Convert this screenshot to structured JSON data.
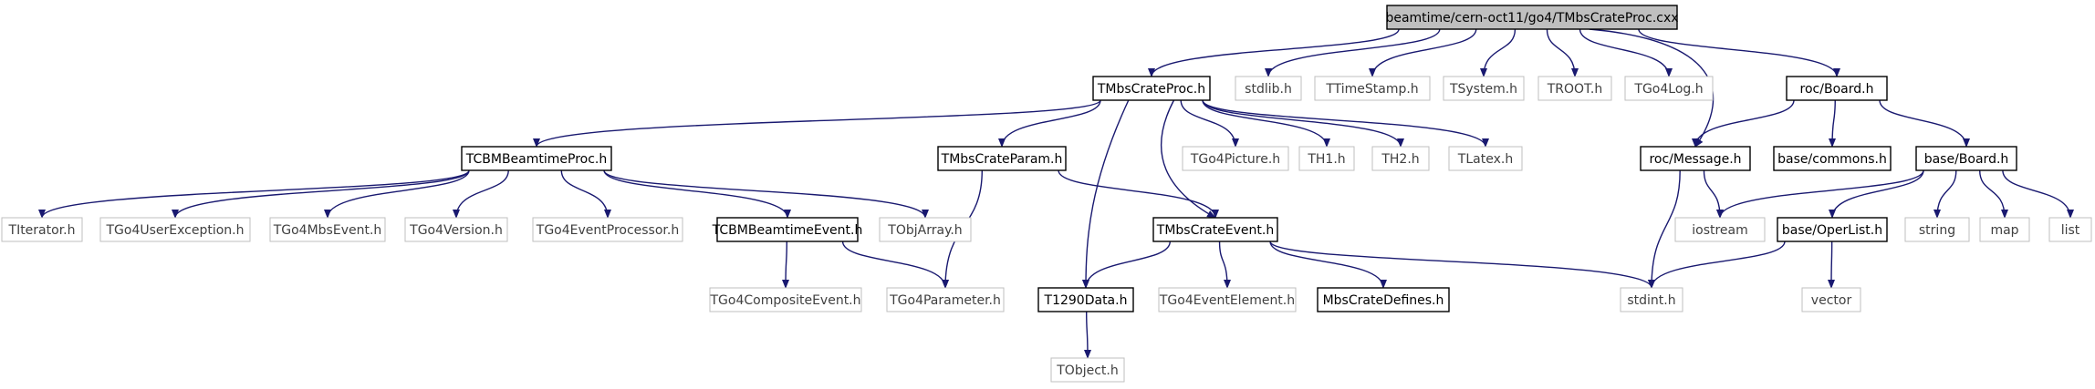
{
  "colors": {
    "edge": "#191970",
    "root_fill": "#bfbfbf",
    "root_stroke": "#000000",
    "black_stroke": "#000000",
    "grey_stroke": "#bfbfbf",
    "text_dark": "#000000",
    "text_grey": "#404040"
  },
  "nodes": [
    {
      "id": "root",
      "label": "beamtime/cern-oct11/go4/TMbsCrateProc.cxx",
      "style": "root"
    },
    {
      "id": "tmbsprocH",
      "label": "TMbsCrateProc.h",
      "style": "black"
    },
    {
      "id": "stdlib",
      "label": "stdlib.h",
      "style": "grey"
    },
    {
      "id": "ttimestamp",
      "label": "TTimeStamp.h",
      "style": "grey"
    },
    {
      "id": "tsystem",
      "label": "TSystem.h",
      "style": "grey"
    },
    {
      "id": "troot",
      "label": "TROOT.h",
      "style": "grey"
    },
    {
      "id": "tgo4log",
      "label": "TGo4Log.h",
      "style": "grey"
    },
    {
      "id": "rocboard",
      "label": "roc/Board.h",
      "style": "black"
    },
    {
      "id": "tcbmproc",
      "label": "TCBMBeamtimeProc.h",
      "style": "black"
    },
    {
      "id": "tmbsparam",
      "label": "TMbsCrateParam.h",
      "style": "black"
    },
    {
      "id": "tgo4picture",
      "label": "TGo4Picture.h",
      "style": "grey"
    },
    {
      "id": "th1",
      "label": "TH1.h",
      "style": "grey"
    },
    {
      "id": "th2",
      "label": "TH2.h",
      "style": "grey"
    },
    {
      "id": "tlatex",
      "label": "TLatex.h",
      "style": "grey"
    },
    {
      "id": "rocmessage",
      "label": "roc/Message.h",
      "style": "black"
    },
    {
      "id": "basecommons",
      "label": "base/commons.h",
      "style": "black"
    },
    {
      "id": "baseboard",
      "label": "base/Board.h",
      "style": "black"
    },
    {
      "id": "titerator",
      "label": "TIterator.h",
      "style": "grey"
    },
    {
      "id": "tgo4userexc",
      "label": "TGo4UserException.h",
      "style": "grey"
    },
    {
      "id": "tgo4mbsevent",
      "label": "TGo4MbsEvent.h",
      "style": "grey"
    },
    {
      "id": "tgo4version",
      "label": "TGo4Version.h",
      "style": "grey"
    },
    {
      "id": "tgo4eventproc",
      "label": "TGo4EventProcessor.h",
      "style": "grey"
    },
    {
      "id": "tcbmevent",
      "label": "TCBMBeamtimeEvent.h",
      "style": "black"
    },
    {
      "id": "tobjarray",
      "label": "TObjArray.h",
      "style": "grey"
    },
    {
      "id": "tmbsevent",
      "label": "TMbsCrateEvent.h",
      "style": "black"
    },
    {
      "id": "iostream",
      "label": "iostream",
      "style": "grey"
    },
    {
      "id": "baseoperlist",
      "label": "base/OperList.h",
      "style": "black"
    },
    {
      "id": "string",
      "label": "string",
      "style": "grey"
    },
    {
      "id": "map",
      "label": "map",
      "style": "grey"
    },
    {
      "id": "list",
      "label": "list",
      "style": "grey"
    },
    {
      "id": "tgo4compevent",
      "label": "TGo4CompositeEvent.h",
      "style": "grey"
    },
    {
      "id": "tgo4param",
      "label": "TGo4Parameter.h",
      "style": "grey"
    },
    {
      "id": "t1290",
      "label": "T1290Data.h",
      "style": "black"
    },
    {
      "id": "tgo4evelem",
      "label": "TGo4EventElement.h",
      "style": "grey"
    },
    {
      "id": "mbsdefines",
      "label": "MbsCrateDefines.h",
      "style": "black"
    },
    {
      "id": "stdint",
      "label": "stdint.h",
      "style": "grey"
    },
    {
      "id": "vector",
      "label": "vector",
      "style": "grey"
    },
    {
      "id": "tobject",
      "label": "TObject.h",
      "style": "grey"
    }
  ],
  "edges": [
    {
      "from": "root",
      "to": "tmbsprocH"
    },
    {
      "from": "root",
      "to": "stdlib"
    },
    {
      "from": "root",
      "to": "ttimestamp"
    },
    {
      "from": "root",
      "to": "tsystem"
    },
    {
      "from": "root",
      "to": "troot"
    },
    {
      "from": "root",
      "to": "tgo4log"
    },
    {
      "from": "root",
      "to": "rocboard"
    },
    {
      "from": "root",
      "to": "rocmessage"
    },
    {
      "from": "tmbsprocH",
      "to": "tcbmproc"
    },
    {
      "from": "tmbsprocH",
      "to": "tmbsparam"
    },
    {
      "from": "tmbsprocH",
      "to": "tgo4picture"
    },
    {
      "from": "tmbsprocH",
      "to": "th1"
    },
    {
      "from": "tmbsprocH",
      "to": "th2"
    },
    {
      "from": "tmbsprocH",
      "to": "tlatex"
    },
    {
      "from": "tmbsprocH",
      "to": "tmbsevent"
    },
    {
      "from": "tmbsprocH",
      "to": "t1290"
    },
    {
      "from": "rocboard",
      "to": "rocmessage"
    },
    {
      "from": "rocboard",
      "to": "basecommons"
    },
    {
      "from": "rocboard",
      "to": "baseboard"
    },
    {
      "from": "tcbmproc",
      "to": "titerator"
    },
    {
      "from": "tcbmproc",
      "to": "tgo4userexc"
    },
    {
      "from": "tcbmproc",
      "to": "tgo4mbsevent"
    },
    {
      "from": "tcbmproc",
      "to": "tgo4version"
    },
    {
      "from": "tcbmproc",
      "to": "tgo4eventproc"
    },
    {
      "from": "tcbmproc",
      "to": "tcbmevent"
    },
    {
      "from": "tcbmproc",
      "to": "tobjarray"
    },
    {
      "from": "tmbsparam",
      "to": "tmbsevent"
    },
    {
      "from": "tmbsparam",
      "to": "tgo4param"
    },
    {
      "from": "rocmessage",
      "to": "iostream"
    },
    {
      "from": "rocmessage",
      "to": "stdint"
    },
    {
      "from": "baseboard",
      "to": "iostream"
    },
    {
      "from": "baseboard",
      "to": "baseoperlist"
    },
    {
      "from": "baseboard",
      "to": "string"
    },
    {
      "from": "baseboard",
      "to": "map"
    },
    {
      "from": "baseboard",
      "to": "list"
    },
    {
      "from": "tcbmevent",
      "to": "tgo4compevent"
    },
    {
      "from": "tcbmevent",
      "to": "tgo4param"
    },
    {
      "from": "tmbsevent",
      "to": "t1290"
    },
    {
      "from": "tmbsevent",
      "to": "tgo4evelem"
    },
    {
      "from": "tmbsevent",
      "to": "mbsdefines"
    },
    {
      "from": "tmbsevent",
      "to": "stdint"
    },
    {
      "from": "baseoperlist",
      "to": "stdint"
    },
    {
      "from": "baseoperlist",
      "to": "vector"
    },
    {
      "from": "t1290",
      "to": "tobject"
    }
  ]
}
